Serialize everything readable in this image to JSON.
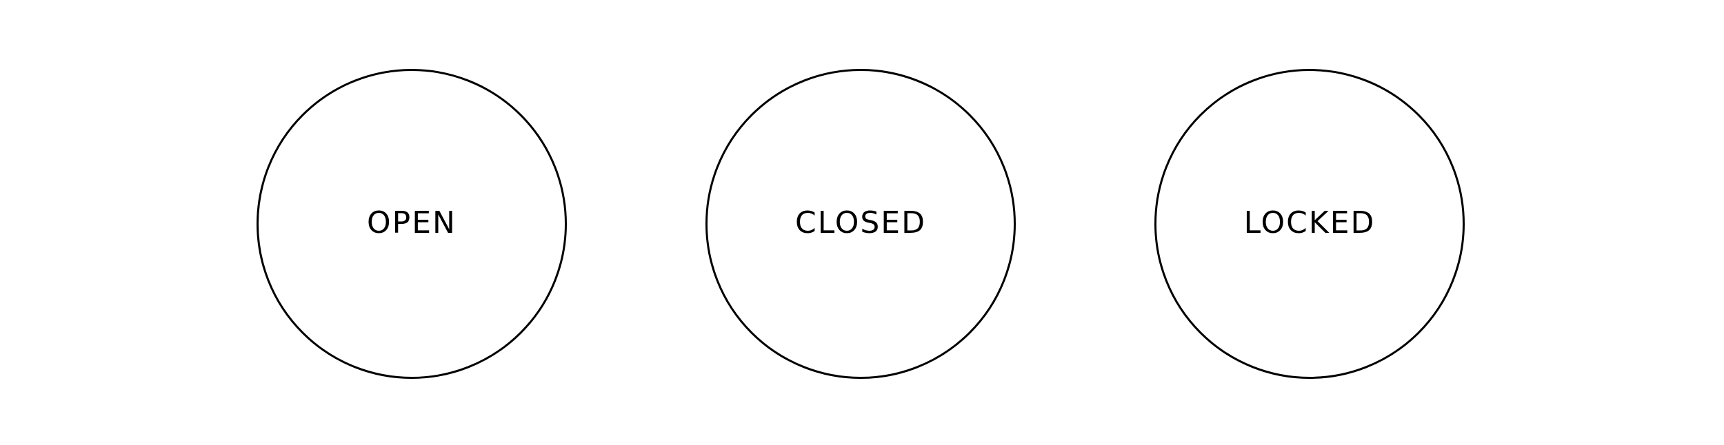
{
  "diagram": {
    "states": [
      {
        "id": "open",
        "label": "OPEN"
      },
      {
        "id": "closed",
        "label": "CLOSED"
      },
      {
        "id": "locked",
        "label": "LOCKED"
      }
    ]
  },
  "colors": {
    "background": "#ffffff",
    "stroke": "#000000",
    "text": "#000000"
  }
}
